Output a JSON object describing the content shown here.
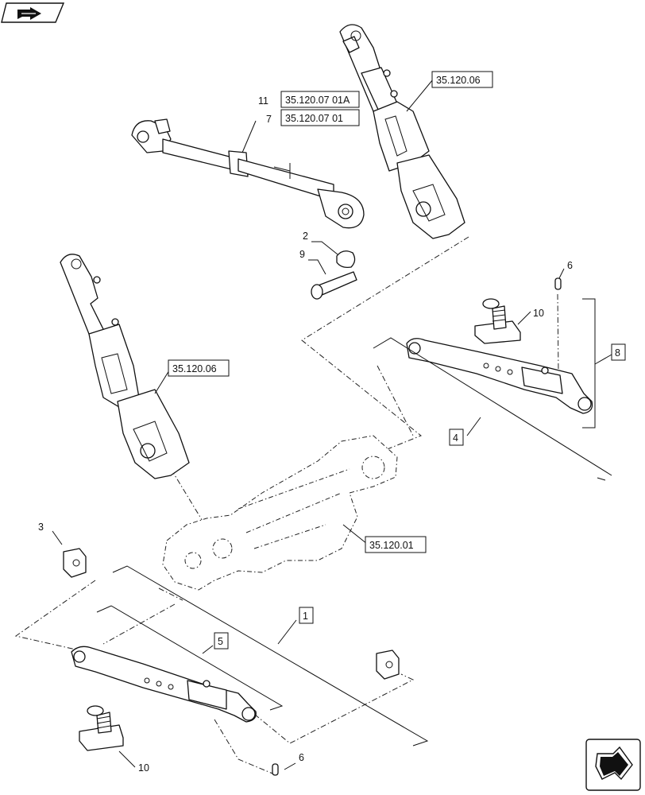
{
  "callouts": {
    "c1": "1",
    "c2": "2",
    "c3": "3",
    "c4": "4",
    "c5": "5",
    "c6_top": "6",
    "c6_bottom": "6",
    "c7": "7",
    "c8": "8",
    "c9": "9",
    "c10_top": "10",
    "c10_bottom": "10",
    "c11": "11"
  },
  "references": {
    "ref_top_link_a": "35.120.07 01A",
    "ref_top_link": "35.120.07 01",
    "ref_lift_rod_right": "35.120.06",
    "ref_lift_rod_left": "35.120.06",
    "ref_housing": "35.120.01"
  },
  "icons": {
    "nav_prev": "previous-page-arrow-icon",
    "nav_next": "next-page-arrow-icon"
  }
}
